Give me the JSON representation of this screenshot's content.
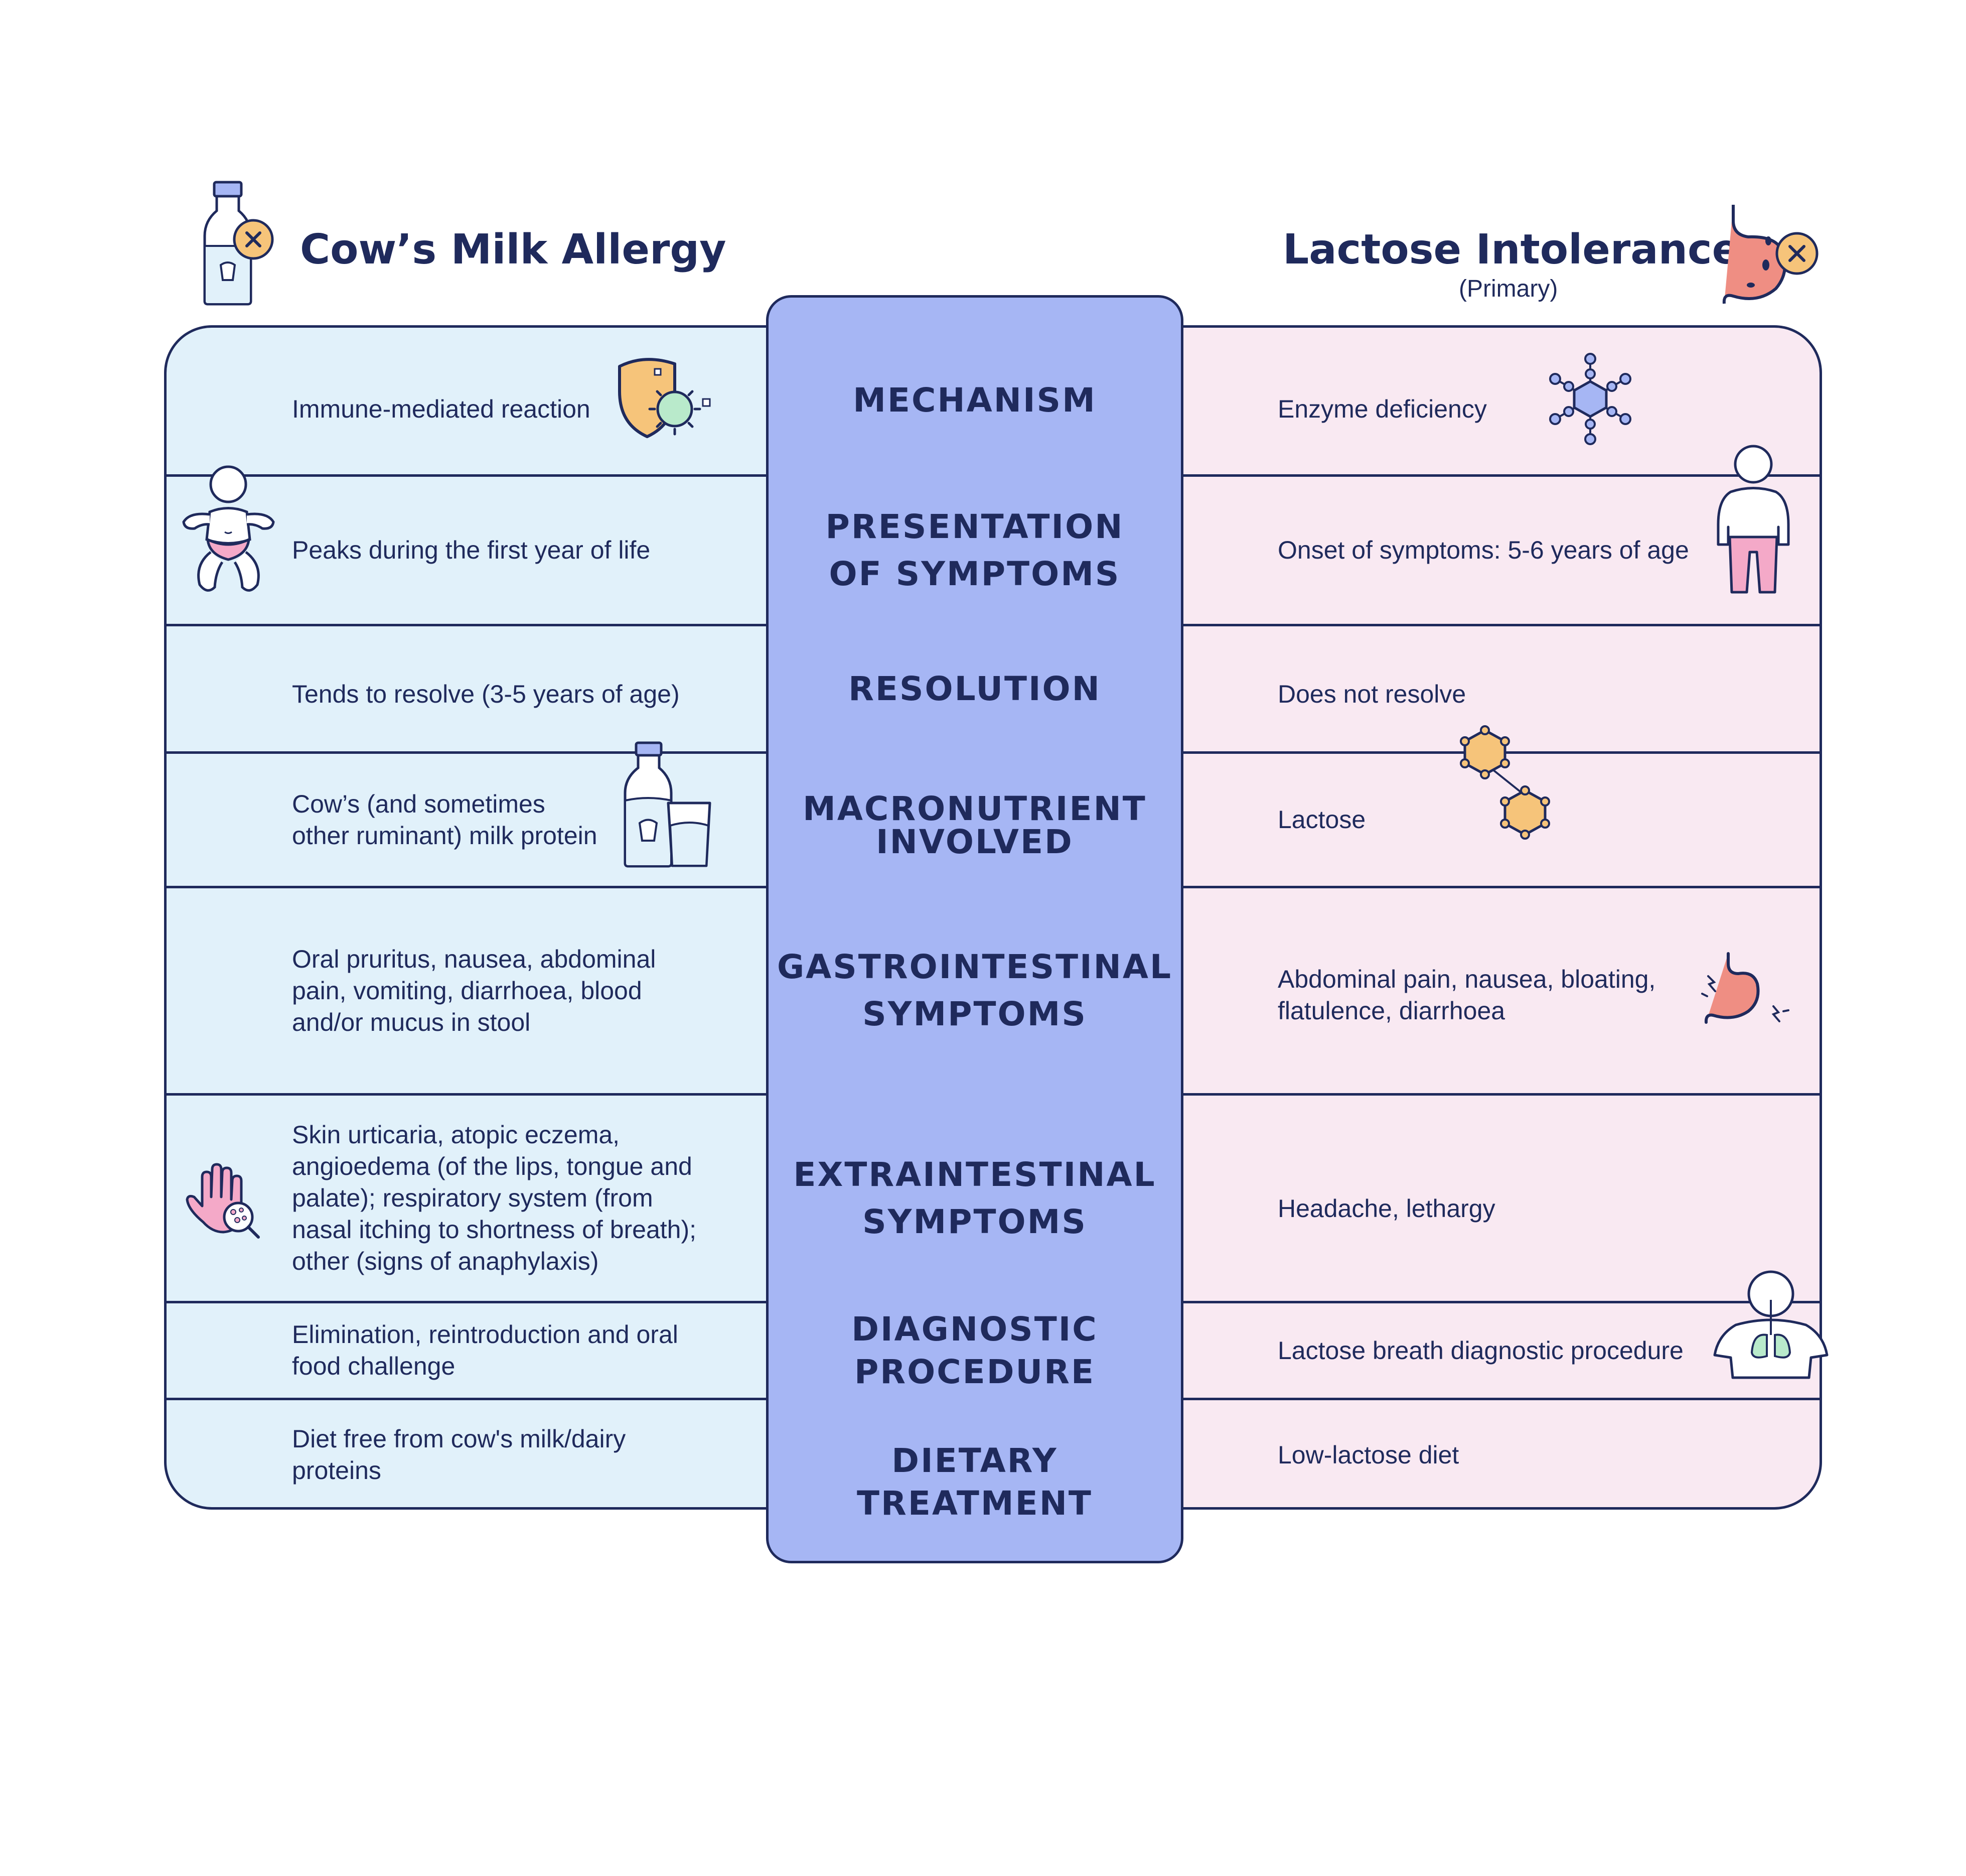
{
  "header": {
    "left_title": "Cow’s Milk Allergy",
    "right_title": "Lactose Intolerance",
    "right_subtitle": "(Primary)"
  },
  "colors": {
    "navy": "#1f2a5c",
    "left_panel": "#e1f1fa",
    "middle_column": "#a6b6f4",
    "right_panel": "#f9e9f2",
    "accent_orange": "#f6c47a",
    "accent_pink": "#f4a9c8",
    "accent_green": "#b9eacb",
    "accent_coral": "#ef8e83"
  },
  "rows": [
    {
      "category": "MECHANISM",
      "cma": "Immune-mediated reaction",
      "li": "Enzyme deficiency"
    },
    {
      "category": "PRESENTATION\nOF SYMPTOMS",
      "cma": "Peaks during the first year of life",
      "li": "Onset of symptoms: 5-6 years of age"
    },
    {
      "category": "RESOLUTION",
      "cma": "Tends to resolve (3-5 years of age)",
      "li": "Does not resolve"
    },
    {
      "category": "MACRONUTRIENT\nINVOLVED",
      "cma": "Cow’s (and  sometimes\nother ruminant) milk protein",
      "li": "Lactose"
    },
    {
      "category": "GASTROINTESTINAL\nSYMPTOMS",
      "cma": "Oral pruritus, nausea, abdominal\npain, vomiting, diarrhoea, blood\nand/or mucus in stool",
      "li": "Abdominal pain, nausea, bloating,\nflatulence, diarrhoea"
    },
    {
      "category": "EXTRAINTESTINAL\nSYMPTOMS",
      "cma": "Skin urticaria, atopic eczema,\nangioedema (of the lips, tongue and\npalate); respiratory system (from\nnasal itching to shortness of breath);\nother (signs of anaphylaxis)",
      "li": "Headache, lethargy"
    },
    {
      "category": "DIAGNOSTIC\nPROCEDURE",
      "cma": "Elimination, reintroduction and oral\nfood challenge",
      "li": "Lactose breath diagnostic procedure"
    },
    {
      "category": "DIETARY\nTREATMENT",
      "cma": "Diet free from cow's milk/dairy\nproteins",
      "li": "Low-lactose diet"
    }
  ],
  "icons": {
    "left_header": "milk-bottle-cross-icon",
    "right_header": "stomach-cross-icon",
    "mechanism_left": "shield-virus-icon",
    "mechanism_right": "enzyme-molecule-icon",
    "presentation_left": "baby-icon",
    "presentation_right": "child-icon",
    "macronutrient_left": "milk-bottle-glass-icon",
    "macronutrient_right": "lactose-molecule-icon",
    "gastro_right": "stomach-pain-icon",
    "extra_left": "hand-rash-icon",
    "diagnostic_right": "lungs-breath-icon"
  }
}
